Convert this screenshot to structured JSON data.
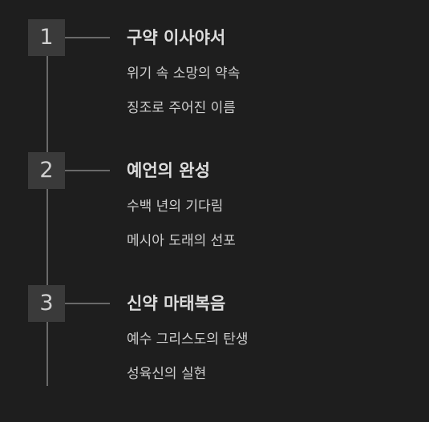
{
  "sections": [
    {
      "number": "1",
      "title": "구약 이사야서",
      "items": [
        "위기 속 소망의 약속",
        "징조로 주어진 이름"
      ]
    },
    {
      "number": "2",
      "title": "예언의 완성",
      "items": [
        "수백 년의 기다림",
        "메시아 도래의 선포"
      ]
    },
    {
      "number": "3",
      "title": "신약 마태복음",
      "items": [
        "예수 그리스도의 탄생",
        "성육신의 실현"
      ]
    }
  ]
}
